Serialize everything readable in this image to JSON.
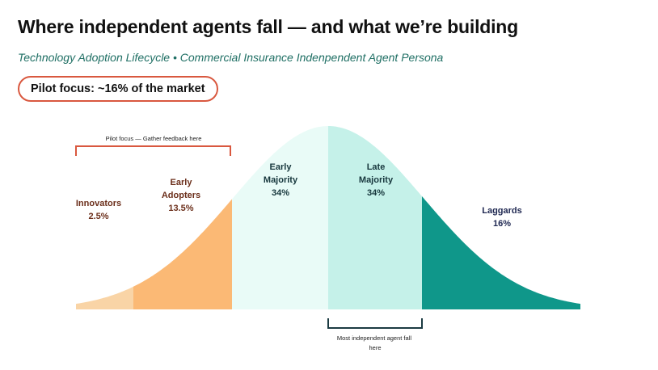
{
  "title": "Where independent agents fall — and what we’re building",
  "subtitle": "Technology Adoption Lifecycle • Commercial Insurance Indenpendent Agent Persona",
  "pilot_badge": "Pilot focus: ~16% of the market",
  "pilot_bracket_label": "Pilot focus — Gather feedback here",
  "majority_bracket_label": [
    "Most independent agent fall",
    "here"
  ],
  "colors": {
    "innovators": "#f9d4a6",
    "early_adopters": "#fbb975",
    "early_majority": "#e9fbf7",
    "late_majority": "#c5f1e9",
    "laggards": "#0f978a",
    "pilot_accent": "#d9583f",
    "majority_bracket": "#1b3b42"
  },
  "segments": [
    {
      "id": "innovators",
      "name": [
        "Innovators"
      ],
      "share": "2.5%",
      "share_value": 2.5,
      "label_color": "#6b2e1a"
    },
    {
      "id": "early-adopters",
      "name": [
        "Early",
        "Adopters"
      ],
      "share": "13.5%",
      "share_value": 13.5,
      "label_color": "#6b2e1a"
    },
    {
      "id": "early-majority",
      "name": [
        "Early",
        "Majority"
      ],
      "share": "34%",
      "share_value": 34,
      "label_color": "#17373d"
    },
    {
      "id": "late-majority",
      "name": [
        "Late",
        "Majority"
      ],
      "share": "34%",
      "share_value": 34,
      "label_color": "#17373d"
    },
    {
      "id": "laggards",
      "name": [
        "Laggards"
      ],
      "share": "16%",
      "share_value": 16,
      "label_color": "#1d2650"
    }
  ]
}
